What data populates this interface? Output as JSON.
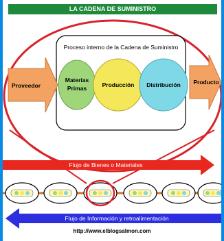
{
  "header": {
    "title": "LA CADENA DE SUMINISTRO"
  },
  "internal_process": {
    "title": "Proceso interno de la Cadena de Suministro",
    "stages": [
      "Materias Primas",
      "Producción",
      "Distribución"
    ]
  },
  "supplier": {
    "label": "Proveedor"
  },
  "product": {
    "label": "Producto"
  },
  "flows": {
    "goods": "Flujo de Bienes o Materiales",
    "information": "Flujo de Información y retroalimentación"
  },
  "footer": {
    "url": "http://www.elblogsalmon.com"
  },
  "colors": {
    "background": "#0a8be3",
    "title_bar": "#1f8a3c",
    "ellipse": "#d8232a",
    "arrow_orange": "#f4a261",
    "stage_green": "#9fd67a",
    "stage_yellow": "#f4e75a",
    "stage_cyan": "#7fd8e6",
    "flow_red": "#e8281f",
    "flow_blue": "#2c2ee0"
  }
}
